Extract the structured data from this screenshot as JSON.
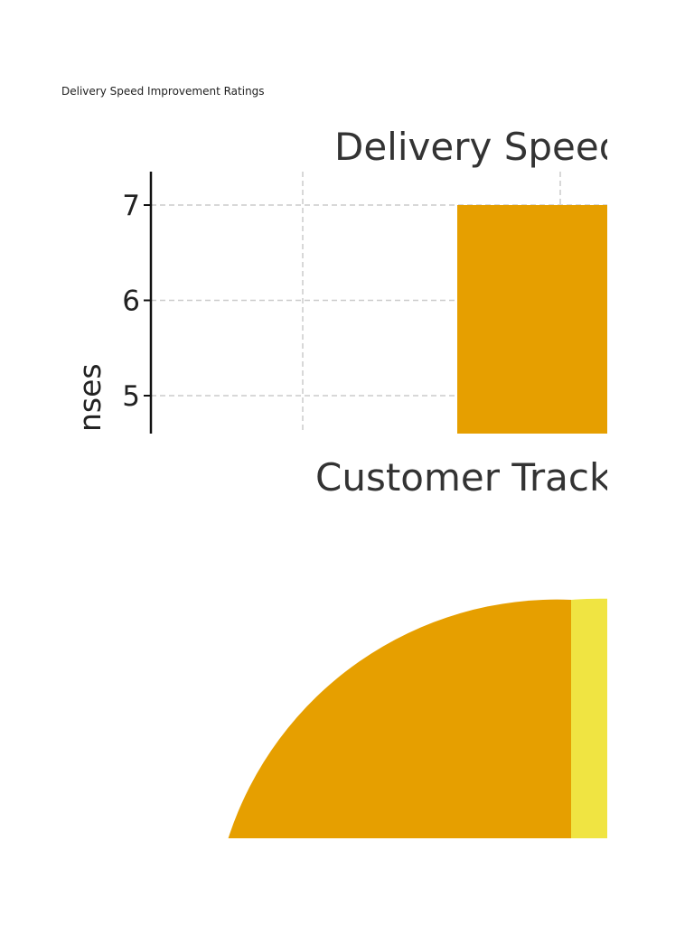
{
  "document": {
    "heading": "Delivery Speed Improvement Ratings"
  },
  "chart_data": [
    {
      "type": "bar",
      "title": "Delivery Speed",
      "ylabel": "nses",
      "yticks": [
        7,
        6,
        5
      ],
      "values": [
        7
      ],
      "visible_y_range": [
        4.6,
        7.35
      ],
      "grid": true,
      "bar_color": "#E69F00"
    },
    {
      "type": "pie",
      "title": "Customer Track",
      "colors": [
        "#E69F00",
        "#F0E442"
      ],
      "grid": false
    }
  ]
}
